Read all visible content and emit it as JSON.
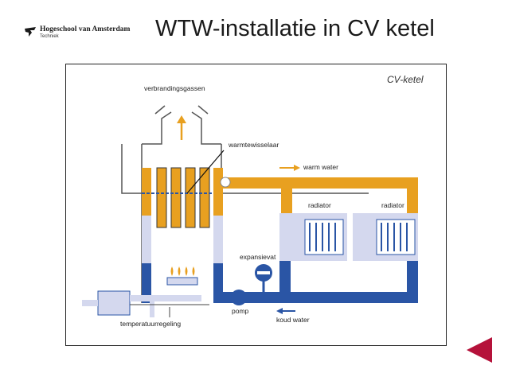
{
  "header": {
    "logo_name": "Hogeschool van Amsterdam",
    "logo_sub": "Techniek",
    "title": "WTW-installatie in CV ketel"
  },
  "diagram": {
    "title": "CV-ketel",
    "labels": {
      "flue_gases": "verbrandingsgassen",
      "heat_exchanger": "warmtewisselaar",
      "hot_water": "warm water",
      "radiator_1": "radiator",
      "radiator_2": "radiator",
      "expansion_vessel": "expansievat",
      "pump": "pomp",
      "cold_water": "koud water",
      "temperature_control": "temperatuurregeling"
    },
    "colors": {
      "hot": "#e8a020",
      "cold": "#2a55a5",
      "neutral": "#d4d8ee",
      "outline": "#222222"
    }
  },
  "navigation": {
    "back_icon": "triangle-left-icon",
    "color": "#b5123a"
  }
}
